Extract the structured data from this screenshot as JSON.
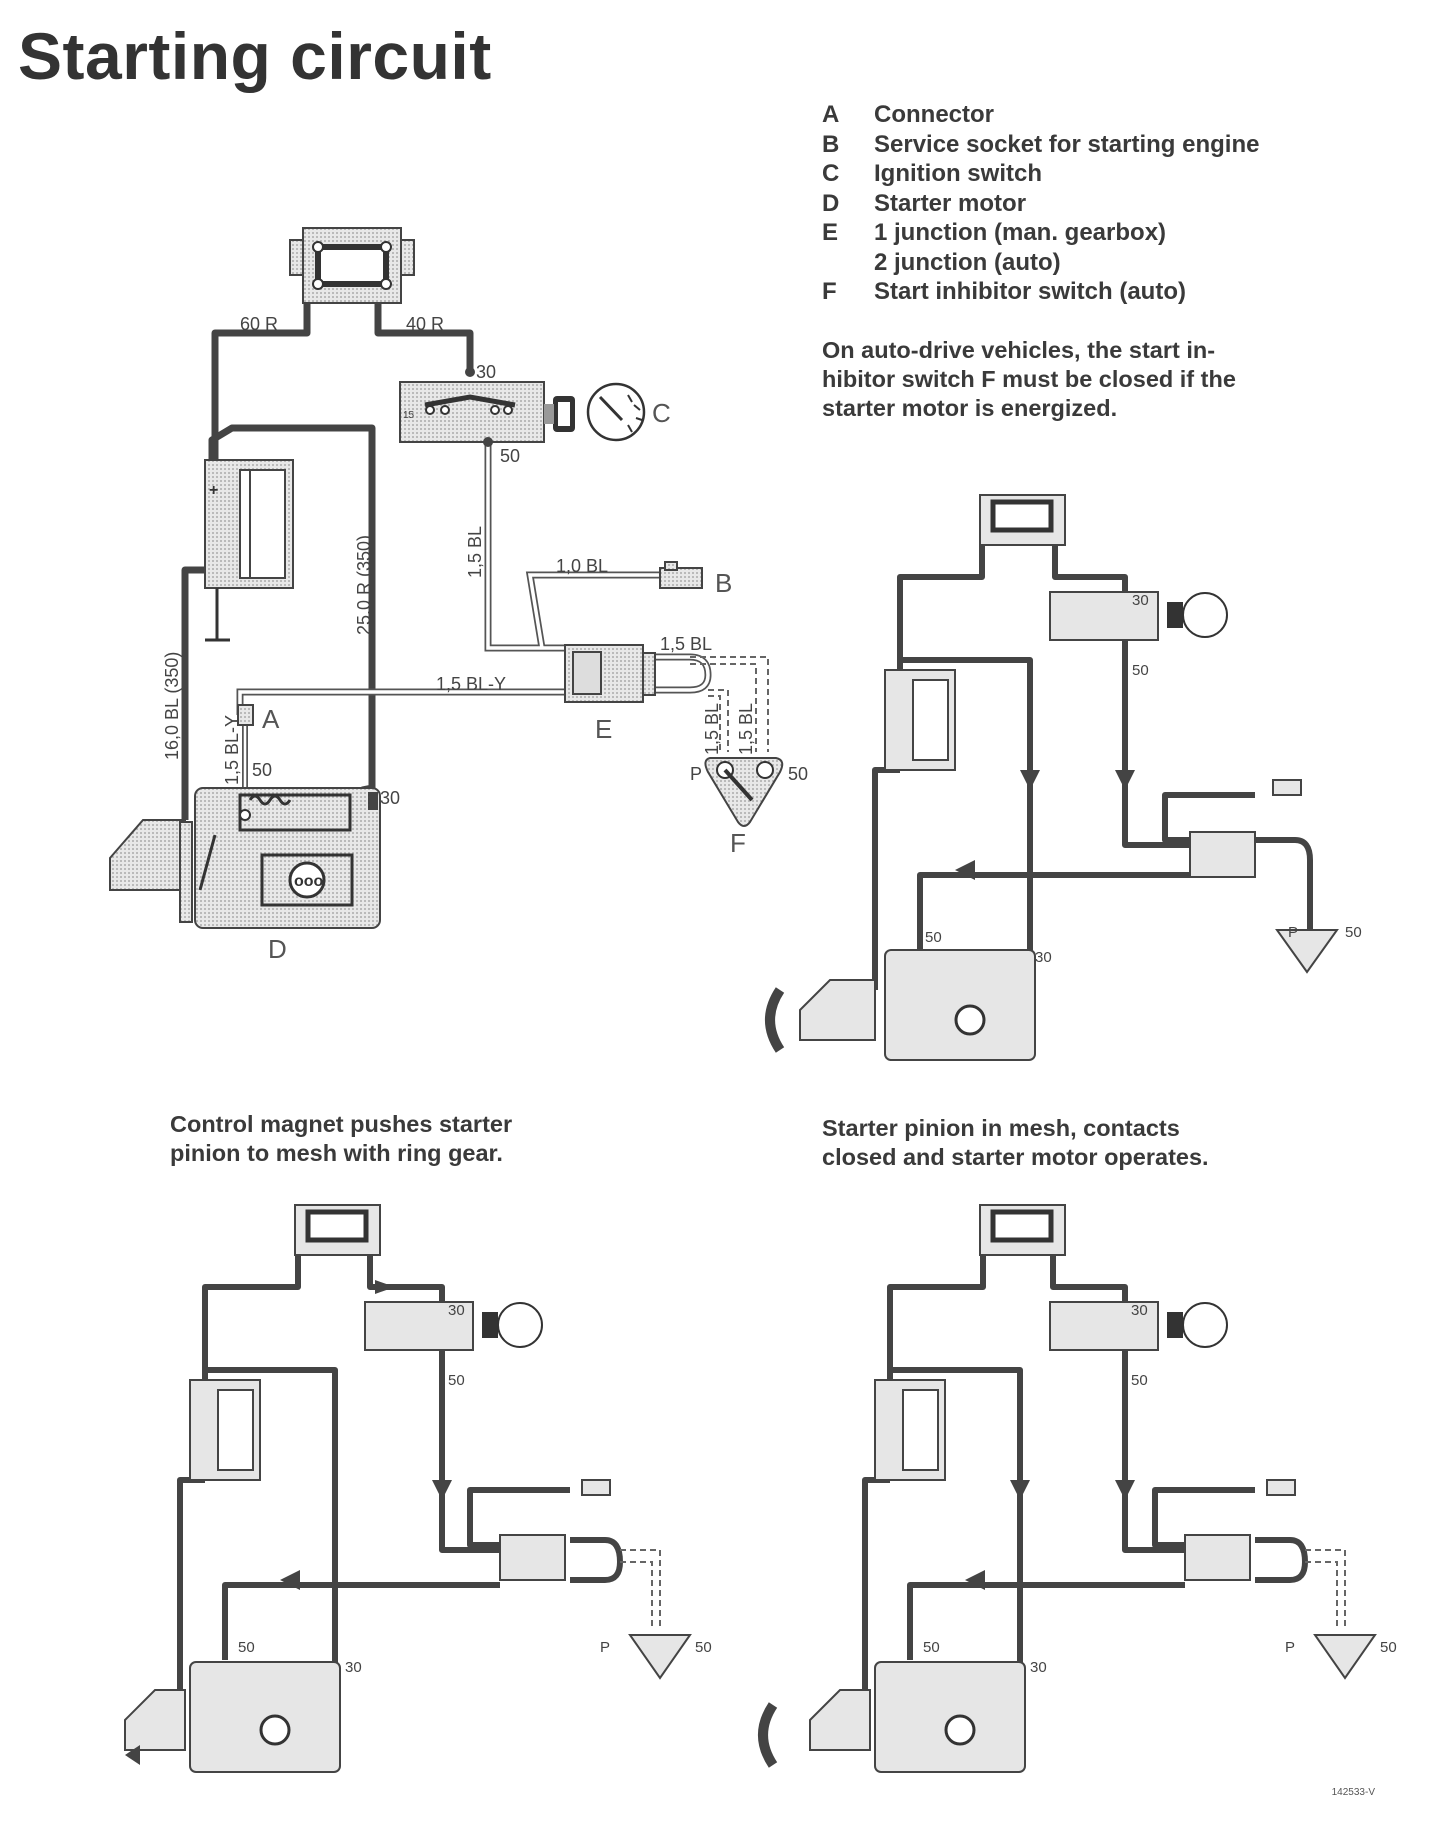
{
  "title": "Starting circuit",
  "legend": [
    {
      "key": "A",
      "text": "Connector"
    },
    {
      "key": "B",
      "text": "Service socket for starting engine"
    },
    {
      "key": "C",
      "text": "Ignition switch"
    },
    {
      "key": "D",
      "text": "Starter motor"
    },
    {
      "key": "E",
      "text": "1 junction (man. gearbox)"
    },
    {
      "key": "",
      "text": "2 junction (auto)"
    },
    {
      "key": "F",
      "text": "Start inhibitor switch (auto)"
    }
  ],
  "note": [
    "On auto-drive vehicles, the start in-",
    "hibitor switch F must be closed if the",
    "starter motor is energized."
  ],
  "caption_bl": [
    "Control magnet pushes starter",
    "pinion to mesh with ring gear."
  ],
  "caption_br": [
    "Starter pinion in mesh, contacts",
    "closed and starter motor operates."
  ],
  "wire_labels": {
    "w60r": "60 R",
    "w40r": "40 R",
    "w250r": "25,0 R (350)",
    "w160bl": "16,0 BL (350)",
    "w15bl_ign": "1,5 BL",
    "w10bl": "1,0 BL",
    "w15bly": "1,5 BL-Y",
    "w15bly_v": "1,5 BL-Y",
    "w15bl_e": "1,5 BL",
    "w15bl_f1": "1,5 BL",
    "w15bl_f2": "1,5 BL"
  },
  "terminals": {
    "t30": "30",
    "t50": "50",
    "p": "P",
    "t15": "15"
  },
  "labels": {
    "A": "A",
    "B": "B",
    "C": "C",
    "D": "D",
    "E": "E",
    "F": "F"
  },
  "ref": "142533-V"
}
